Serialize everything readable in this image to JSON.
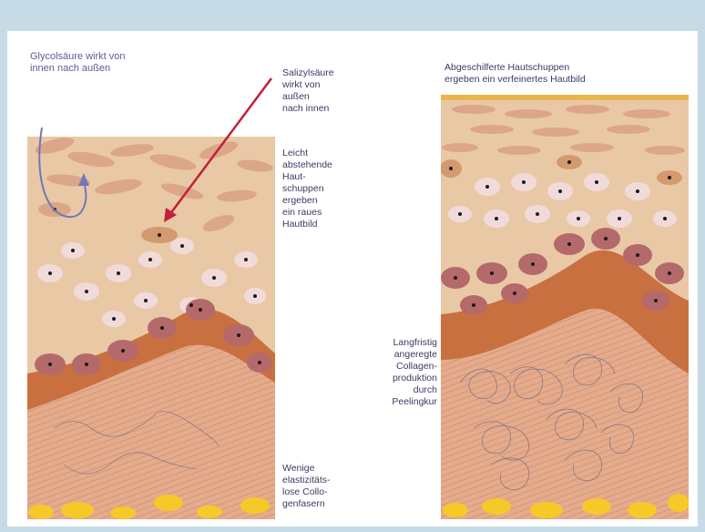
{
  "labels": {
    "glycolsaeure": "Glycolsäure wirkt von\ninnen nach außen",
    "salizylsaeure": "Salizylsäure\nwirkt von\naußen\nnach innen",
    "leicht_abstehende": "Leicht\nabstehende\nHaut-\nschuppen\nergeben\nein raues\nHautbild",
    "wenige": "Wenige\nelastizitäts-\nlose Collo-\ngenfasern",
    "abgeschilferte": "Abgeschilferte Hautschuppen\nergeben ein verfeinertes Hautbild",
    "langfristig": "Langfristig\nangeregte\nCollagen-\nproduktion\ndurch\nPeelingkur"
  },
  "colors": {
    "background": "#c6dbe6",
    "panel": "#ffffff",
    "skin_top": "#e9c8a6",
    "skin_mid": "#e6bd9a",
    "dermis": "#e3a98a",
    "band": "#c8703f",
    "cell_light": "#f1dbda",
    "cell_dark": "#b46a6a",
    "flake": "#dba788",
    "fat": "#f7c928",
    "arrow_red": "#c21e3c",
    "arrow_blue": "#6f78b8",
    "crust": "#e8b44d"
  }
}
